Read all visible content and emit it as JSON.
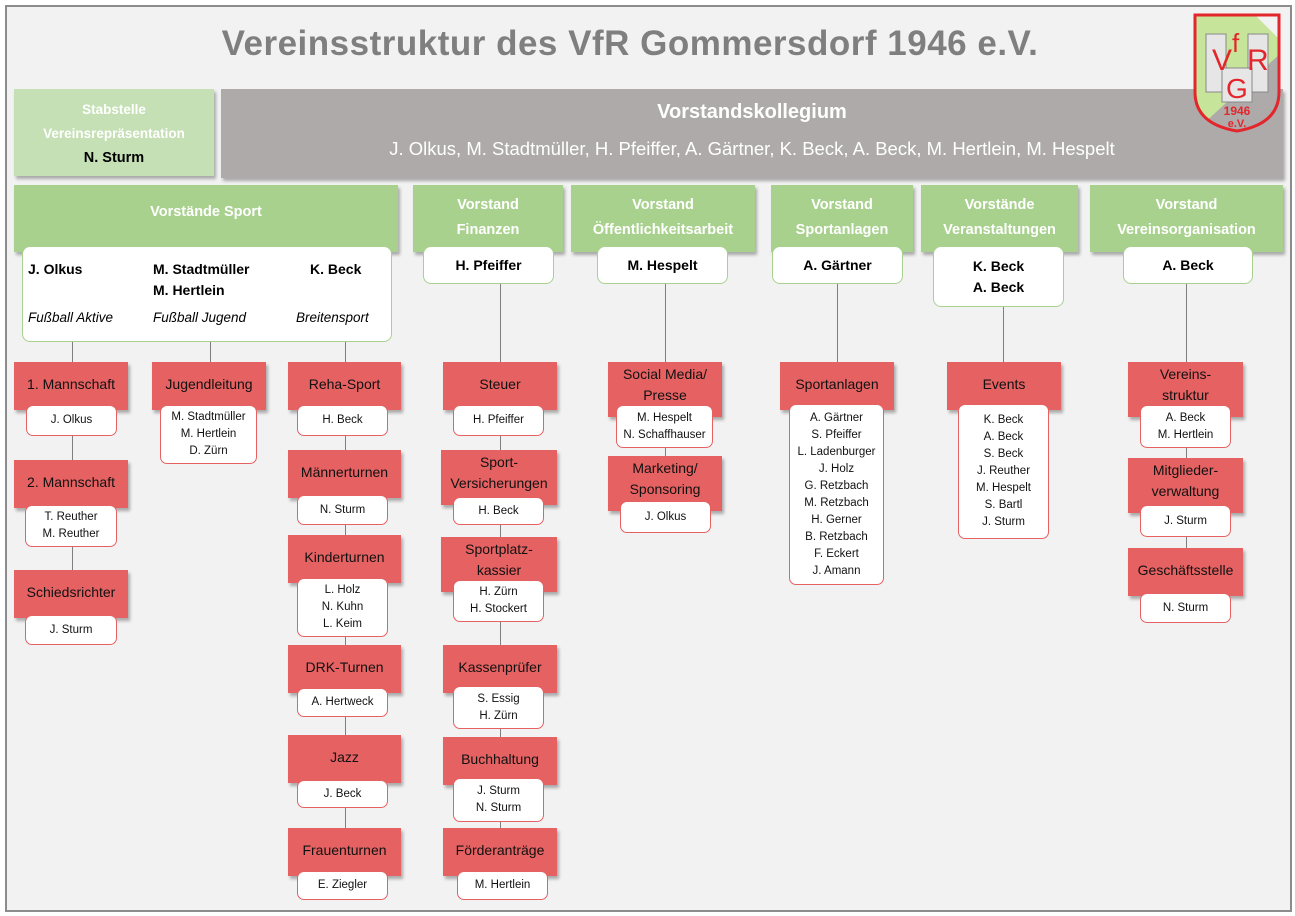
{
  "title": "Vereinsstruktur des VfR Gommersdorf 1946 e.V.",
  "logo": {
    "letters": "VfRG",
    "year": "1946",
    "suffix": "e.V.",
    "colors": {
      "red": "#e3262b",
      "green": "#c7e59a"
    }
  },
  "stabstelle": {
    "title_line1": "Stabstelle",
    "title_line2": "Vereinsrepräsentation",
    "name": "N. Sturm"
  },
  "vorstandskollegium": {
    "title": "Vorstandskollegium",
    "members": "J. Olkus, M. Stadtmüller, H. Pfeiffer, A. Gärtner, K. Beck, A. Beck, M. Hertlein, M. Hespelt"
  },
  "colors": {
    "green": "#a9d18e",
    "light_green": "#c5e0b4",
    "gray": "#aeaaaa",
    "red": "#e66162",
    "title": "#7f7f7f"
  },
  "departments": {
    "sport": {
      "title": "Vorstände Sport",
      "heads": [
        {
          "names": [
            "J. Olkus"
          ],
          "area": "Fußball Aktive"
        },
        {
          "names": [
            "M. Stadtmüller",
            "M. Hertlein"
          ],
          "area": "Fußball Jugend"
        },
        {
          "names": [
            "K. Beck"
          ],
          "area": "Breitensport"
        }
      ],
      "groups": [
        {
          "title": [
            "1. Mannschaft"
          ],
          "members": [
            "J. Olkus"
          ]
        },
        {
          "title": [
            "2. Mannschaft"
          ],
          "members": [
            "T. Reuther",
            "M. Reuther"
          ]
        },
        {
          "title": [
            "Schiedsrichter"
          ],
          "members": [
            "J. Sturm"
          ]
        },
        {
          "title": [
            "Jugendleitung"
          ],
          "members": [
            "M. Stadtmüller",
            "M. Hertlein",
            "D. Zürn"
          ]
        },
        {
          "title": [
            "Reha-Sport"
          ],
          "members": [
            "H. Beck"
          ]
        },
        {
          "title": [
            "Männerturnen"
          ],
          "members": [
            "N. Sturm"
          ]
        },
        {
          "title": [
            "Kinderturnen"
          ],
          "members": [
            "L. Holz",
            "N. Kuhn",
            "L. Keim"
          ]
        },
        {
          "title": [
            "DRK-Turnen"
          ],
          "members": [
            "A. Hertweck"
          ]
        },
        {
          "title": [
            "Jazz"
          ],
          "members": [
            "J. Beck"
          ]
        },
        {
          "title": [
            "Frauenturnen"
          ],
          "members": [
            "E. Ziegler"
          ]
        }
      ]
    },
    "finanzen": {
      "title": [
        "Vorstand",
        "Finanzen"
      ],
      "heads": [
        "H. Pfeiffer"
      ],
      "groups": [
        {
          "title": [
            "Steuer"
          ],
          "members": [
            "H. Pfeiffer"
          ]
        },
        {
          "title": [
            "Sport-",
            "Versicherungen"
          ],
          "members": [
            "H. Beck"
          ]
        },
        {
          "title": [
            "Sportplatz-",
            "kassier"
          ],
          "members": [
            "H. Zürn",
            "H. Stockert"
          ]
        },
        {
          "title": [
            "Kassenprüfer"
          ],
          "members": [
            "S. Essig",
            "H. Zürn"
          ]
        },
        {
          "title": [
            "Buchhaltung"
          ],
          "members": [
            "J. Sturm",
            "N. Sturm"
          ]
        },
        {
          "title": [
            "Förderanträge"
          ],
          "members": [
            "M. Hertlein"
          ]
        }
      ]
    },
    "oeffentlichkeit": {
      "title": [
        "Vorstand",
        "Öffentlichkeitsarbeit"
      ],
      "heads": [
        "M. Hespelt"
      ],
      "groups": [
        {
          "title": [
            "Social Media/",
            "Presse"
          ],
          "members": [
            "M. Hespelt",
            "N. Schaffhauser"
          ]
        },
        {
          "title": [
            "Marketing/",
            "Sponsoring"
          ],
          "members": [
            "J. Olkus"
          ]
        }
      ]
    },
    "sportanlagen": {
      "title": [
        "Vorstand",
        "Sportanlagen"
      ],
      "heads": [
        "A. Gärtner"
      ],
      "groups": [
        {
          "title": [
            "Sportanlagen"
          ],
          "members": [
            "A. Gärtner",
            "S. Pfeiffer",
            "L. Ladenburger",
            "J. Holz",
            "G. Retzbach",
            "M. Retzbach",
            "H. Gerner",
            "B. Retzbach",
            "F. Eckert",
            "J. Amann"
          ]
        }
      ]
    },
    "veranstaltungen": {
      "title": [
        "Vorstände",
        "Veranstaltungen"
      ],
      "heads": [
        "K. Beck",
        "A. Beck"
      ],
      "groups": [
        {
          "title": [
            "Events"
          ],
          "members": [
            "K. Beck",
            "A. Beck",
            "S. Beck",
            "J. Reuther",
            "M. Hespelt",
            "S. Bartl",
            "J. Sturm"
          ]
        }
      ]
    },
    "organisation": {
      "title": [
        "Vorstand",
        "Vereinsorganisation"
      ],
      "heads": [
        "A. Beck"
      ],
      "groups": [
        {
          "title": [
            "Vereins-",
            "struktur"
          ],
          "members": [
            "A. Beck",
            "M. Hertlein"
          ]
        },
        {
          "title": [
            "Mitglieder-",
            "verwaltung"
          ],
          "members": [
            "J. Sturm"
          ]
        },
        {
          "title": [
            "Geschäftsstelle"
          ],
          "members": [
            "N. Sturm"
          ]
        }
      ]
    }
  }
}
